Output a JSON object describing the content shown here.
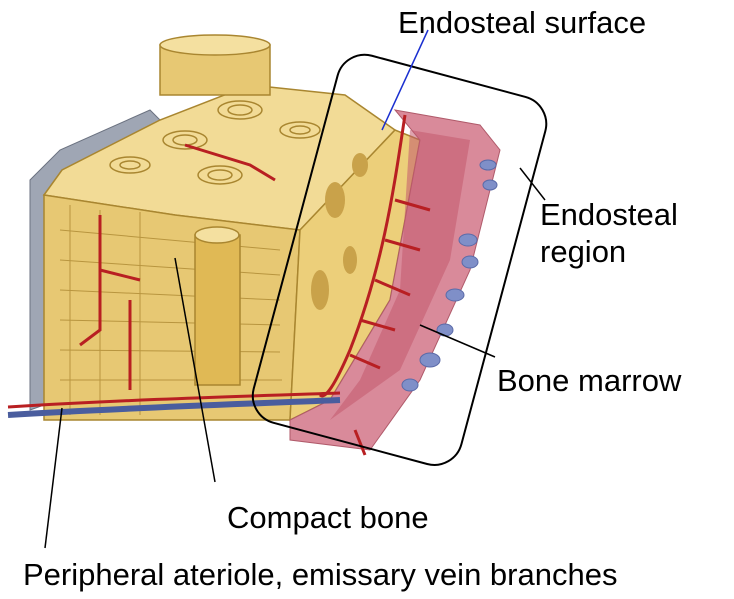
{
  "labels": {
    "endosteal_surface": "Endosteal surface",
    "endosteal_region_line1": "Endosteal",
    "endosteal_region_line2": "region",
    "bone_marrow": "Bone marrow",
    "compact_bone": "Compact bone",
    "peripheral": "Peripheral ateriole, emissary vein branches"
  },
  "colors": {
    "bone": "#e7c873",
    "bone_shadow": "#c9a24a",
    "bone_light": "#f4e0a0",
    "periosteum": "#9fa6b4",
    "marrow": "#d98a9a",
    "marrow_dark": "#c25a6e",
    "artery": "#b81f22",
    "vein": "#7f8fc8",
    "pointer_blue": "#1a2fd0"
  }
}
